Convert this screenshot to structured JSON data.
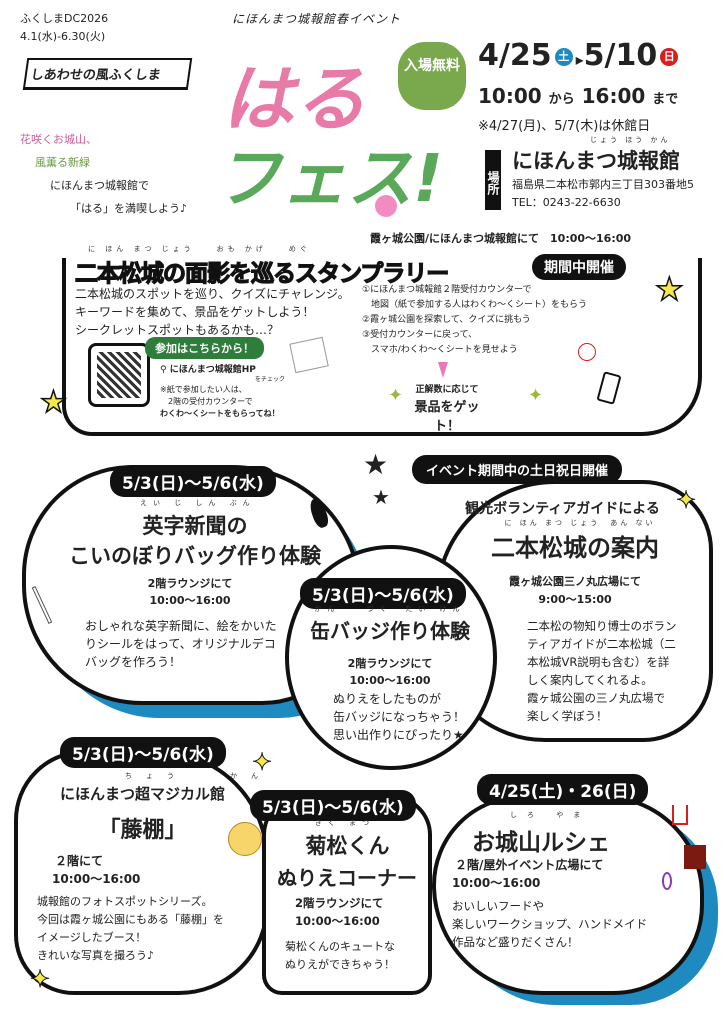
{
  "header": {
    "campaign": "ふくしまDC2026",
    "campaign_dates": "4.1(水)-6.30(火)",
    "logo_text": "しあわせの風ふくしま",
    "subtitle": "にほんまつ城報館春イベント",
    "title_line1": "はる",
    "title_line2": "フェス!",
    "free_badge": "入場無料",
    "poem": [
      "花咲くお城山、",
      "風薫る新緑",
      "にほんまつ城報館で",
      "「はる」を満喫しよう♪"
    ],
    "date_start": "4/25",
    "date_start_day": "土",
    "date_sep": "▸",
    "date_end": "5/10",
    "date_end_day": "日",
    "time_start": "10:00",
    "time_from": "から",
    "time_end": "16:00",
    "time_until": "まで",
    "closed_note": "※4/27(月)、5/7(木)は休館日",
    "venue_label": "場所",
    "venue_furigana": "じょう ほう かん",
    "venue_name": "にほんまつ城報館",
    "address": "福島県二本松市郭内三丁目303番地5",
    "tel": "TEL：0243-22-6630"
  },
  "stamp": {
    "location": "霞ヶ城公園/にほんまつ城報館にて　10:00〜16:00",
    "furigana": "に ほん まつ じょう　　おも かげ　　めぐ",
    "title": "二本松城の面影を巡るスタンプラリー",
    "badge": "期間中開催",
    "desc": [
      "二本松城のスポットを巡り、クイズにチャレンジ。",
      "キーワードを集めて、景品をゲットしよう！",
      "シークレットスポットもあるかも…？"
    ],
    "steps": [
      "①にほんまつ城報館２階受付カウンターで",
      "　地図（紙で参加する人はわくわ〜くシート）をもらう",
      "②霞ヶ城公園を探索して、クイズに挑もう",
      "③受付カウンターに戻って、",
      "　スマホ/わくわ〜くシートを見せよう"
    ],
    "join_label": "参加はこちらから！",
    "search_text": "にほんまつ城報館HP",
    "search_sub": "をチェック",
    "paper_note": [
      "※紙で参加したい人は、",
      "　2階の受付カウンターで",
      "わくわ〜くシートをもらってね！"
    ],
    "prize_line1": "正解数に応じて",
    "prize_line2": "景品をゲット！"
  },
  "events": [
    {
      "date": "5/3(日)〜5/6(水)",
      "furigana": "えい じ しん ぶん",
      "title": [
        "英字新聞の",
        "こいのぼりバッグ作り体験"
      ],
      "place": "2階ラウンジにて",
      "time": "10:00〜16:00",
      "desc": [
        "おしゃれな英字新聞に、絵をかいた",
        "りシールをはって、オリジナルデコ",
        "バッグを作ろう！"
      ]
    },
    {
      "date": "5/3(日)〜5/6(水)",
      "furigana": "かん　　づく　たい けん",
      "title": [
        "缶バッジ作り体験"
      ],
      "place": "2階ラウンジにて",
      "time": "10:00〜16:00",
      "desc": [
        "ぬりえをしたものが",
        "缶バッジになっちゃう！",
        "思い出作りにぴったり★"
      ]
    },
    {
      "date": "イベント期間中の土日祝日開催",
      "furigana": "に ほん まつ じょう　あん ない",
      "title": [
        "観光ボランティアガイドによる",
        "二本松城の案内"
      ],
      "place": "霞ヶ城公園三ノ丸広場にて",
      "time": "9:00〜15:00",
      "desc": [
        "二本松の物知り博士のボラン",
        "ティアガイドが二本松城（二",
        "本松城VR説明も含む）を詳",
        "しく案内してくれるよ。",
        "霞ヶ城公園の三ノ丸広場で",
        "楽しく学ぼう！"
      ]
    },
    {
      "date": "5/3(日)〜5/6(水)",
      "furigana": "ちょう　　かん",
      "title": [
        "にほんまつ超マジカル館",
        "「藤棚」"
      ],
      "place": "２階にて",
      "time": "10:00〜16:00",
      "desc": [
        "城報館のフォトスポットシリーズ。",
        "今回は霞ヶ城公園にもある「藤棚」を",
        "イメージしたブース！",
        "きれいな写真を撮ろう♪"
      ]
    },
    {
      "date": "5/3(日)〜5/6(水)",
      "furigana": "きく まつ",
      "title": [
        "菊松くん",
        "ぬりえコーナー"
      ],
      "place": "2階ラウンジにて",
      "time": "10:00〜16:00",
      "desc": [
        "菊松くんのキュートな",
        "ぬりえができちゃう！"
      ]
    },
    {
      "date": "4/25(土)・26(日)",
      "furigana": "しろ やま",
      "title": [
        "お城山ルシェ"
      ],
      "place": "２階/屋外イベント広場にて",
      "time": "10:00〜16:00",
      "desc": [
        "おいしいフードや",
        "楽しいワークショップ、ハンドメイド",
        "作品など盛りだくさん！"
      ]
    }
  ],
  "colors": {
    "pink": "#e87aa8",
    "green": "#7aa84c",
    "blue": "#1f8ac0",
    "red": "#d62020",
    "star": "#f5f08a"
  }
}
